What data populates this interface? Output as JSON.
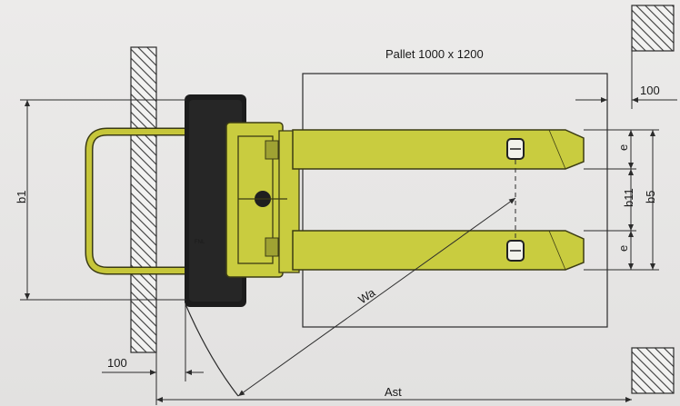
{
  "labels": {
    "pallet": "Pallet 1000 x 1200",
    "dim_top_right": "100",
    "dim_e_upper": "e",
    "dim_e_lower": "e",
    "dim_b11": "b11",
    "dim_b5": "b5",
    "dim_b1": "b1",
    "dim_wa": "Wa",
    "dim_bottom_left": "100",
    "dim_ast": "Ast"
  },
  "colors": {
    "background": "#e7e6e5",
    "forks": "#c9cc3f",
    "fork_outline": "#3c3c14",
    "body": "#1c1c1c",
    "hatch": "#3a3a3a",
    "handle": "#c6c63a",
    "lines": "#2b2b2b"
  }
}
